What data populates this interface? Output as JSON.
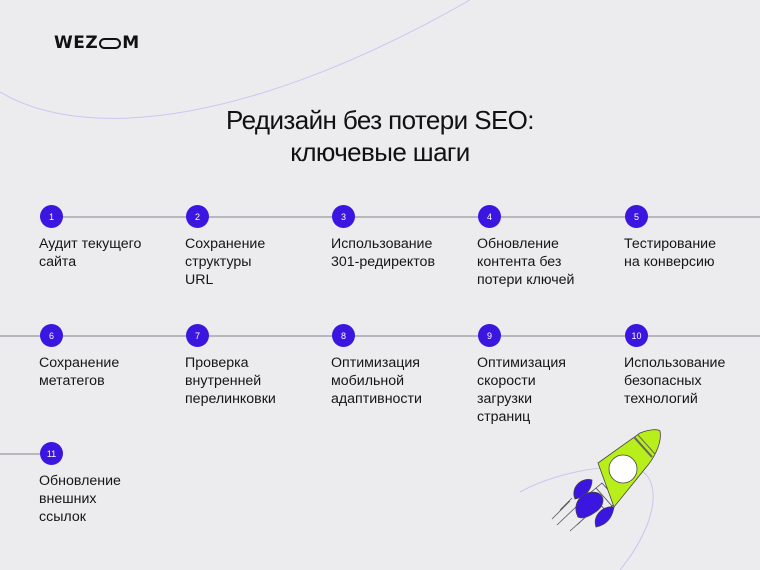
{
  "brand": {
    "logo_text_left": "WEZ",
    "logo_text_right": "M"
  },
  "title": {
    "line1": "Редизайн без потери SEO:",
    "line2": "ключевые шаги"
  },
  "colors": {
    "background": "#ececee",
    "badge": "#3a16e0",
    "rocket_body": "#b8ee1a",
    "rocket_flames": "#3a16e0",
    "line": "#b8b8bc",
    "orbit": "#c9c6f2"
  },
  "steps": [
    {
      "num": "1",
      "text": "Аудит текущего\nсайта"
    },
    {
      "num": "2",
      "text": "Сохранение\nструктуры\nURL"
    },
    {
      "num": "3",
      "text": "Использование\n301-редиректов"
    },
    {
      "num": "4",
      "text": "Обновление\nконтента без\nпотери ключей"
    },
    {
      "num": "5",
      "text": "Тестирование\nна конверсию"
    },
    {
      "num": "6",
      "text": "Сохранение\nметатегов"
    },
    {
      "num": "7",
      "text": "Проверка\nвнутренней\nперелинковки"
    },
    {
      "num": "8",
      "text": "Оптимизация\nмобильной\nадаптивности"
    },
    {
      "num": "9",
      "text": "Оптимизация\nскорости\nзагрузки\nстраниц"
    },
    {
      "num": "10",
      "text": "Использование\nбезопасных\nтехнологий"
    },
    {
      "num": "11",
      "text": "Обновление\nвнешних\nссылок"
    }
  ],
  "illustration": {
    "icon": "rocket-icon"
  }
}
